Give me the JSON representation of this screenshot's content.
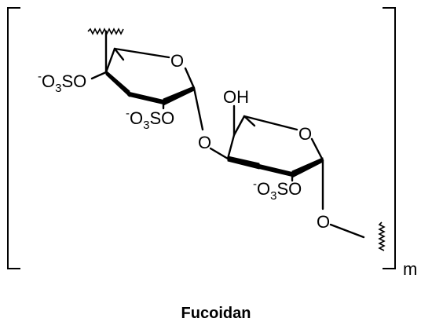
{
  "structure": {
    "repeat_label": "m",
    "caption": "Fucoidan"
  },
  "residue_1": {
    "ring_oxygen": "O",
    "sulfate_left": {
      "charge": "-",
      "o": "O",
      "sub": "3",
      "rest": "SO"
    },
    "sulfate_bottom": {
      "charge": "-",
      "o": "O",
      "sub": "3",
      "rest": "SO"
    }
  },
  "glycosidic_linker": {
    "oxygen": "O"
  },
  "residue_2": {
    "hydroxyl": "OH",
    "ring_oxygen": "O",
    "sulfate_bottom": {
      "charge": "-",
      "o": "O",
      "sub": "3",
      "rest": "SO"
    },
    "anomeric_oxygen": "O"
  }
}
